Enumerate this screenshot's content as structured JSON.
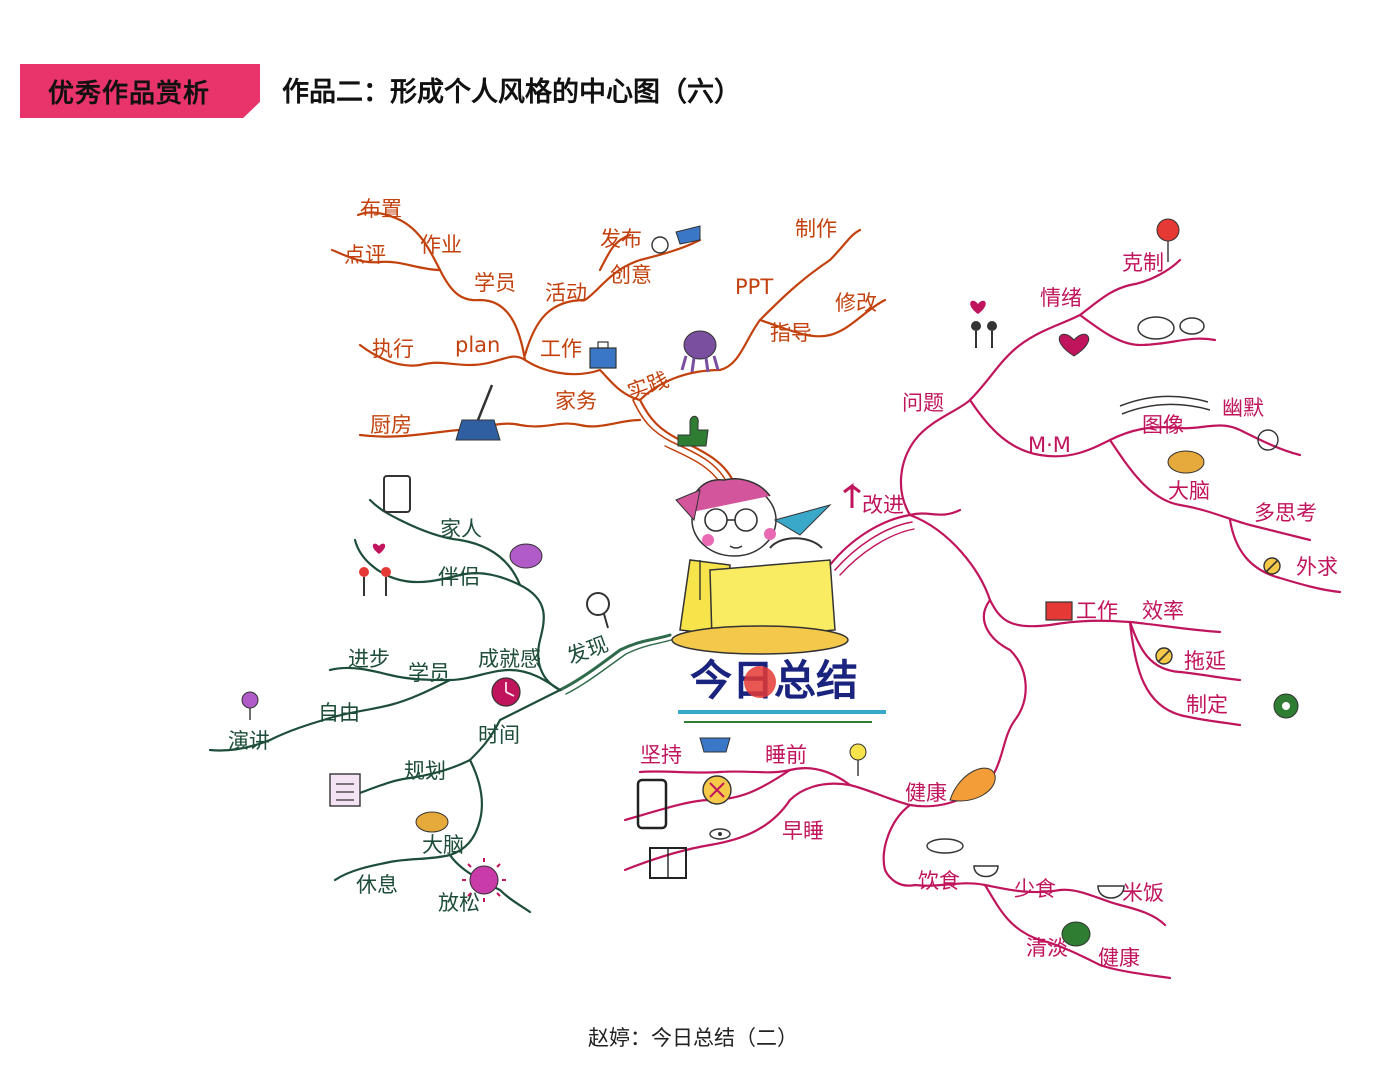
{
  "header": {
    "badge": "优秀作品赏析",
    "title": "作品二：形成个人风格的中心图（六）"
  },
  "caption": "赵婷：今日总结（二）",
  "central": {
    "title": "今日总结"
  },
  "colors": {
    "badge": "#e8336b",
    "orange_branch": "#c2410c",
    "pink_branch": "#c0155d",
    "green_branch": "#1e4d3a"
  },
  "branches": {
    "orange": {
      "root": "实践",
      "nodes": [
        "布置",
        "点评",
        "作业",
        "学员",
        "活动",
        "发布",
        "创意",
        "制作",
        "PPT",
        "执行",
        "plan",
        "工作",
        "指导",
        "修改",
        "厨房",
        "家务"
      ]
    },
    "pink": {
      "root": "改进",
      "nodes": [
        "情绪",
        "克制",
        "问题",
        "M·M",
        "图像",
        "幽默",
        "大脑",
        "多思考",
        "外求",
        "工作",
        "效率",
        "拖延",
        "制定",
        "健康",
        "睡前",
        "坚持",
        "早睡",
        "饮食",
        "少食",
        "米饭",
        "清淡",
        "健康"
      ]
    },
    "green": {
      "root": "发现",
      "nodes": [
        "家人",
        "伴侣",
        "学员",
        "进步",
        "成就感",
        "演讲",
        "自由",
        "时间",
        "规划",
        "大脑",
        "休息",
        "放松"
      ]
    }
  },
  "icons": [
    "broom-icon",
    "briefcase-icon",
    "octopus-icon",
    "thumbs-up-icon",
    "pointing-hand-icon",
    "lightbulb-icon",
    "heart-icon",
    "people-icon",
    "speech-bubble-icon",
    "tablet-icon",
    "magnifier-icon",
    "clock-icon",
    "checklist-icon",
    "brain-icon",
    "sun-icon",
    "pin-icon",
    "up-arrow-icon",
    "balloon-icon",
    "tracks-icon",
    "target-icon",
    "no-sign-icon",
    "phone-icon",
    "book-icon",
    "eye-icon",
    "fish-icon",
    "bowl-icon",
    "vegetable-icon",
    "sleeping-icon",
    "sweet-potato-icon",
    "girl-character-icon"
  ]
}
